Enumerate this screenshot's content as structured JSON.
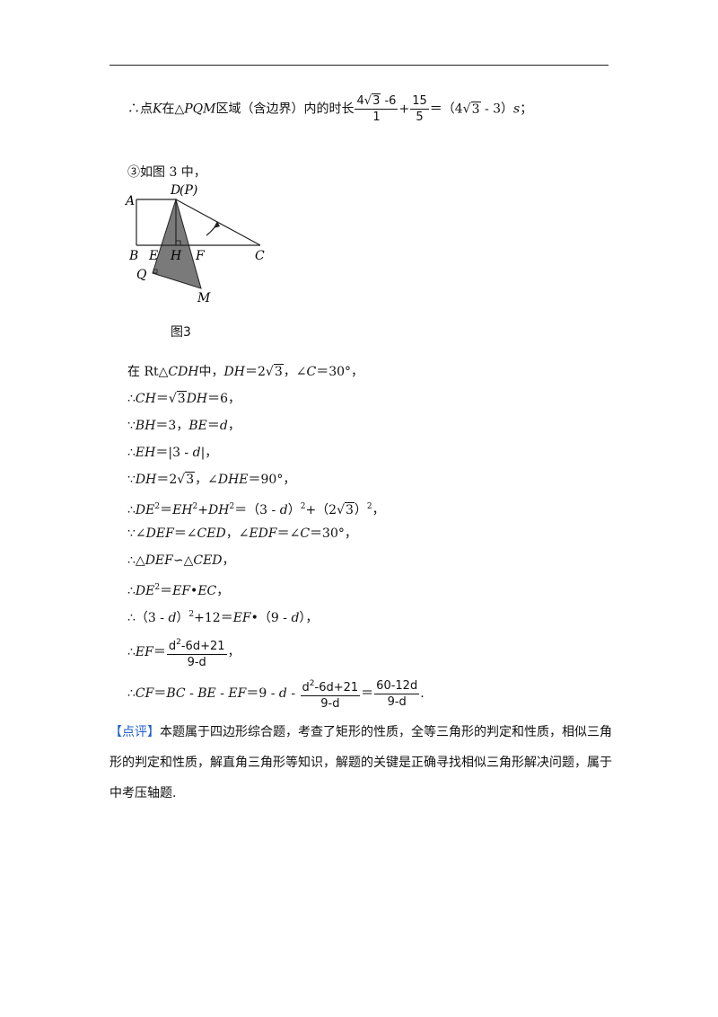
{
  "line1": {
    "prefix": "∴点",
    "k": "K",
    "mid": "在△",
    "pqm": "PQM",
    "suffix": "区域（含边界）内的时长",
    "frac1_num_a": "4",
    "frac1_num_sqrt": "3",
    "frac1_num_b": " -6",
    "frac1_den": "1",
    "plus": "+",
    "frac2_num": "15",
    "frac2_den": "5",
    "eq": "＝（4",
    "sqrt": "3",
    "tail": " - 3）",
    "unit": "s",
    "end": "；"
  },
  "case3": "③如图 3 中，",
  "figure": {
    "labels": {
      "A": "A",
      "B": "B",
      "E": "E",
      "H": "H",
      "F": "F",
      "C": "C",
      "D": "D",
      "P": "(P)",
      "Q": "Q",
      "M": "M"
    },
    "caption": "图3",
    "shade_color": "#7a7a7a"
  },
  "steps": {
    "s1": {
      "a": "在 Rt△",
      "b": "CDH",
      "c": "中，",
      "d": "DH",
      "e": "＝2",
      "sqrt": "3",
      "f": "，∠",
      "g": "C",
      "h": "＝30°，"
    },
    "s2": {
      "a": "∴",
      "b": "CH",
      "c": "＝",
      "sqrt": "3",
      "d": "DH",
      "e": "＝6，"
    },
    "s3": {
      "a": "∵",
      "b": "BH",
      "c": "＝3，",
      "d": "BE",
      "e": "＝",
      "f": "d",
      "g": "，"
    },
    "s4": {
      "a": "∴",
      "b": "EH",
      "c": "＝|3 - ",
      "d": "d",
      "e": "|，"
    },
    "s5": {
      "a": "∵",
      "b": "DH",
      "c": "＝2",
      "sqrt": "3",
      "d": "，∠",
      "e": "DHE",
      "f": "＝90°，"
    },
    "s6": {
      "a": "∴",
      "b": "DE",
      "sup1": "2",
      "c": "＝",
      "d": "EH",
      "sup2": "2",
      "e": "+",
      "f": "DH",
      "sup3": "2",
      "g": "＝（3 - ",
      "h": "d",
      "i": "）",
      "sup4": "2",
      "j": "+（2",
      "sqrt": "3",
      "k": "）",
      "sup5": "2",
      "l": "，"
    },
    "s7": {
      "a": "∵∠",
      "b": "DEF",
      "c": "＝∠",
      "d": "CED",
      "e": "，∠",
      "f": "EDF",
      "g": "＝∠",
      "h": "C",
      "i": "＝30°，"
    },
    "s8": {
      "a": "∴△",
      "b": "DEF",
      "c": "∽△",
      "d": "CED",
      "e": "，"
    },
    "s9": {
      "a": "∴",
      "b": "DE",
      "sup": "2",
      "c": "＝",
      "d": "EF",
      "e": "•",
      "f": "EC",
      "g": "，"
    },
    "s10": {
      "a": "∴（3 - ",
      "b": "d",
      "c": "）",
      "sup": "2",
      "d": "+12＝",
      "e": "EF",
      "f": "•（9 - ",
      "g": "d",
      "h": "），"
    },
    "s11": {
      "a": "∴",
      "b": "EF",
      "c": "＝",
      "num_a": "d",
      "num_sup": "2",
      "num_b": "-6d+21",
      "den": "9-d",
      "d": "，"
    },
    "s12": {
      "a": "∴",
      "b": "CF",
      "c": "＝",
      "d": "BC",
      "e": " - ",
      "f": "BE",
      "g": " - ",
      "h": "EF",
      "i": "＝9 - ",
      "j": "d",
      "k": " - ",
      "f1_num_a": "d",
      "f1_num_sup": "2",
      "f1_num_b": "-6d+21",
      "f1_den": "9-d",
      "eq": "＝",
      "f2_num": "60-12d",
      "f2_den": "9-d",
      "end": "."
    }
  },
  "comment": {
    "tag": "【点评】",
    "text": "本题属于四边形综合题，考查了矩形的性质，全等三角形的判定和性质，相似三角形的判定和性质，解直角三角形等知识，解题的关键是正确寻找相似三角形解决问题，属于中考压轴题.",
    "tag_color": "#1f5fd1"
  }
}
